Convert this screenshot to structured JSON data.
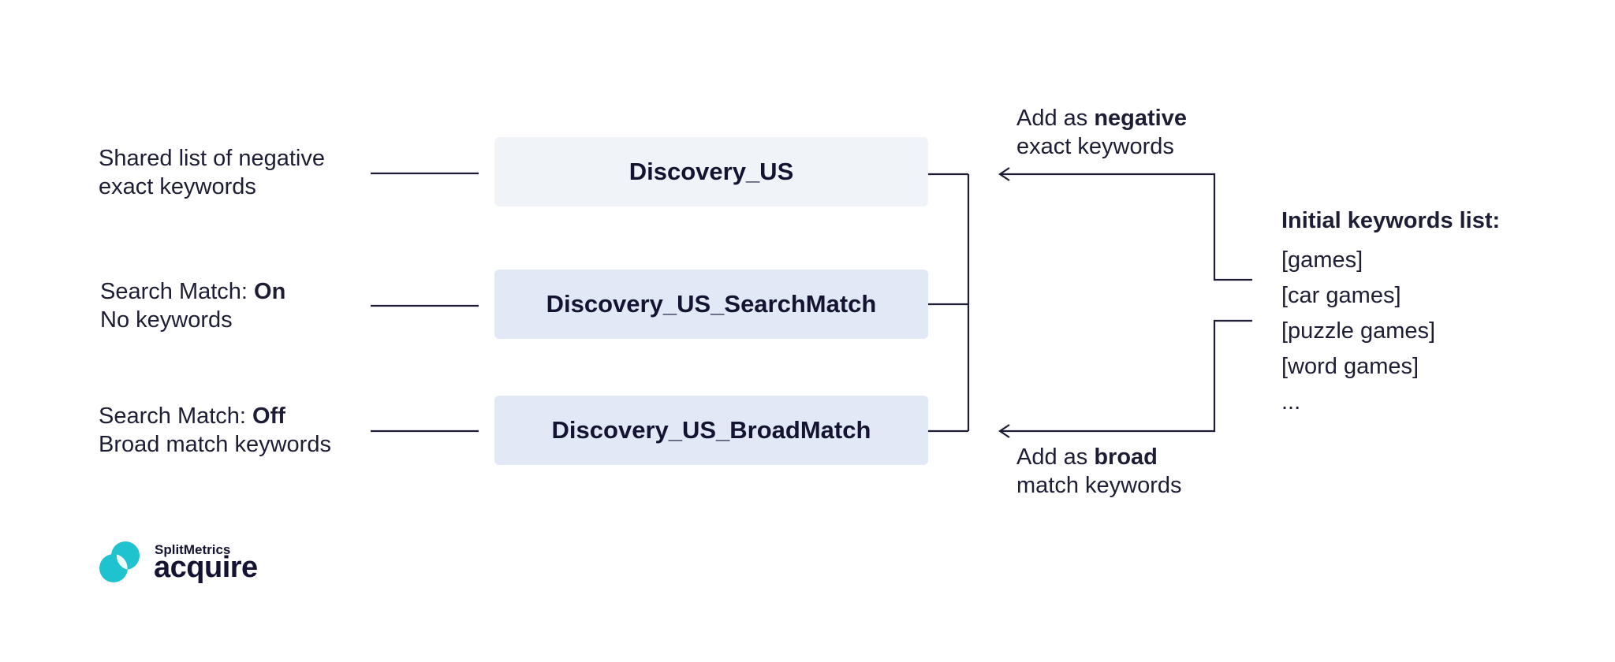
{
  "left_labels": [
    {
      "line1": "Shared list of negative",
      "line1_bold": "",
      "line2": "exact keywords"
    },
    {
      "line1": "Search Match: ",
      "line1_bold": "On",
      "line2": "No keywords"
    },
    {
      "line1": "Search Match: ",
      "line1_bold": "Off",
      "line2": "Broad match keywords"
    }
  ],
  "campaigns": [
    {
      "name": "Discovery_US"
    },
    {
      "name": "Discovery_US_SearchMatch"
    },
    {
      "name": "Discovery_US_BroadMatch"
    }
  ],
  "annotations": {
    "negative": {
      "prefix": "Add as ",
      "bold": "negative",
      "line2": "exact keywords"
    },
    "broad": {
      "prefix": "Add as ",
      "bold": "broad",
      "line2": "match keywords"
    }
  },
  "keywords": {
    "title": "Initial keywords list:",
    "items": [
      "[games]",
      "[car games]",
      "[puzzle games]",
      "[word games]",
      "..."
    ]
  },
  "logo": {
    "brand_small": "SplitMetrics",
    "brand_big": "acquire",
    "color": "#1fc3cf"
  },
  "colors": {
    "line": "#1d1d35",
    "box_light": "#f0f3f8",
    "box_blue": "#e0e9f5"
  }
}
